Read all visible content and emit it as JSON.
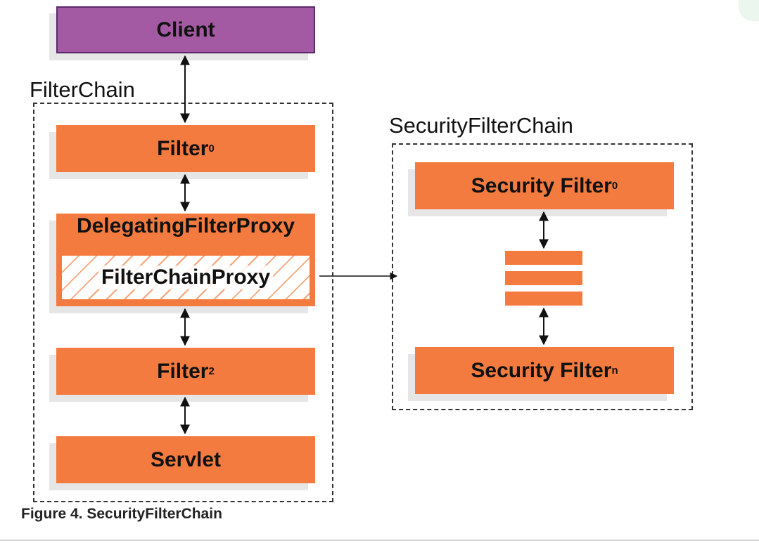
{
  "client": {
    "label": "Client"
  },
  "filter_chain": {
    "title": "FilterChain",
    "filter0": {
      "label": "Filter",
      "sub": "0"
    },
    "delegating": {
      "label": "DelegatingFilterProxy"
    },
    "filter_chain_proxy": {
      "label": "FilterChainProxy"
    },
    "filter2": {
      "label": "Filter",
      "sub": "2"
    },
    "servlet": {
      "label": "Servlet"
    }
  },
  "security_filter_chain": {
    "title": "SecurityFilterChain",
    "security_filter0": {
      "label": "Security Filter",
      "sub": "0"
    },
    "security_filtern": {
      "label": "Security Filter",
      "sub": "n"
    }
  },
  "caption": "Figure 4. SecurityFilterChain",
  "colors": {
    "filter": "#f47b3f",
    "client": "#a45aa3"
  }
}
